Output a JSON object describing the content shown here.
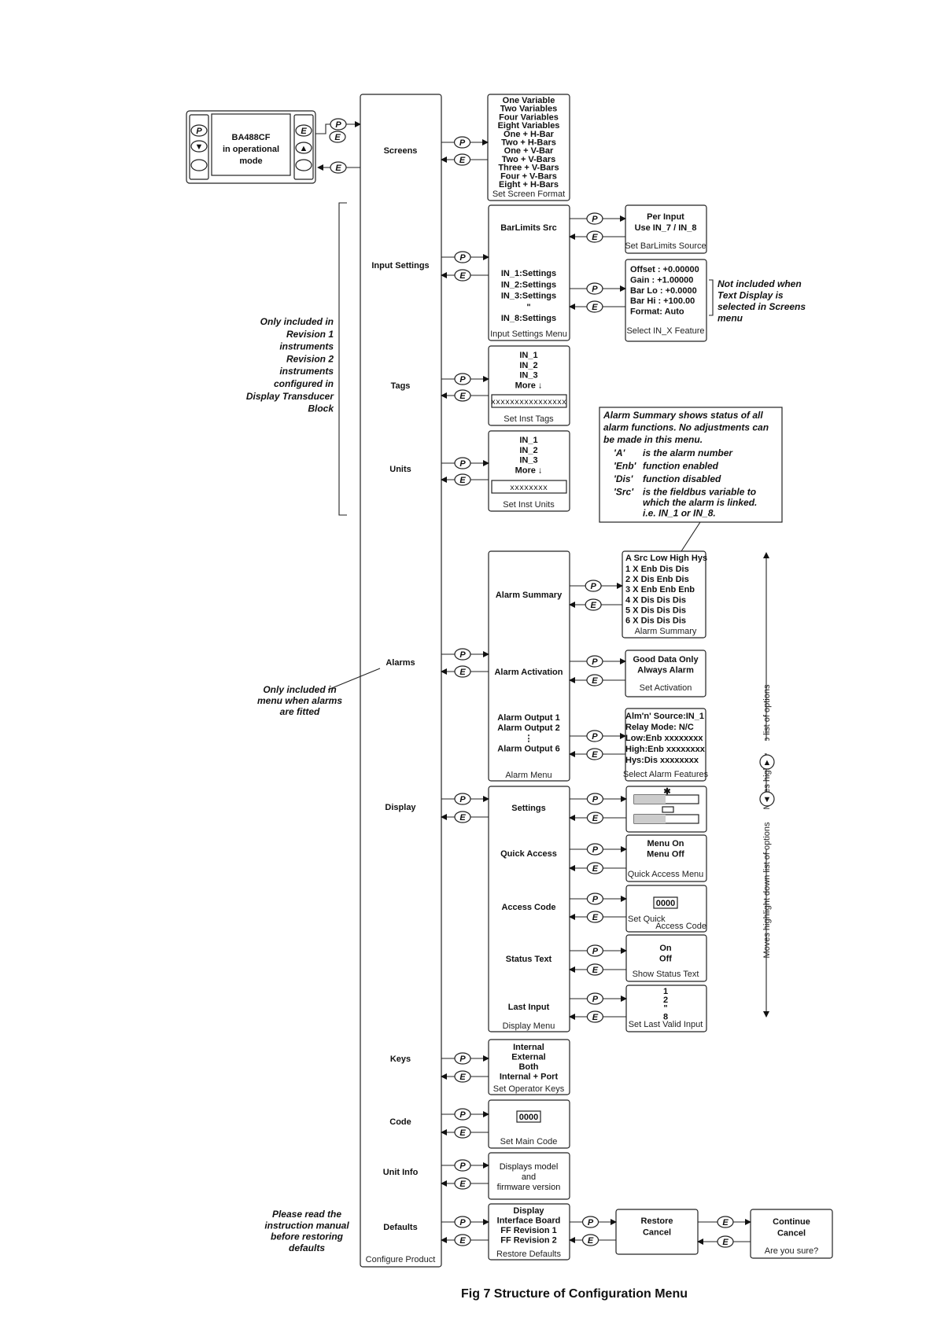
{
  "device": {
    "model": "BA488CF",
    "line2": "in operational",
    "line3": "mode",
    "p": "P",
    "e": "E"
  },
  "keys": {
    "p": "P",
    "e": "E",
    "up": "▲",
    "down": "▼"
  },
  "main_menu": {
    "caption": "Configure Product",
    "items": [
      "Screens",
      "Input Settings",
      "Tags",
      "Units",
      "Alarms",
      "Display",
      "Keys",
      "Code",
      "Unit Info",
      "Defaults"
    ]
  },
  "screens": {
    "options": [
      "One Variable",
      "Two Variables",
      "Four Variables",
      "Eight Variables",
      "One + H-Bar",
      "Two + H-Bars",
      "One + V-Bar",
      "Two + V-Bars",
      "Three + V-Bars",
      "Four + V-Bars",
      "Eight + H-Bars"
    ],
    "caption": "Set Screen Format"
  },
  "input_settings": {
    "barlimits": "BarLimits Src",
    "settings": [
      "IN_1:Settings",
      "IN_2:Settings",
      "IN_3:Settings",
      "\"",
      "IN_8:Settings"
    ],
    "caption": "Input Settings Menu",
    "barlimits_options": [
      "Per Input",
      "Use IN_7 / IN_8"
    ],
    "barlimits_caption": "Set BarLimits Source",
    "feature_options": [
      "Offset  : +0.00000",
      "Gain    : +1.00000",
      "Bar Lo : +0.0000",
      "Bar Hi  : +100.00",
      "Format: Auto"
    ],
    "feature_caption": "Select IN_X Feature",
    "note": [
      "Not included when",
      "Text Display  is",
      "selected in Screens",
      "menu"
    ]
  },
  "tags": {
    "options": [
      "IN_1",
      "IN_2",
      "IN_3",
      "More ↓"
    ],
    "field": "xxxxxxxxxxxxxxxx",
    "caption": "Set Inst Tags"
  },
  "units": {
    "options": [
      "IN_1",
      "IN_2",
      "IN_3",
      "More ↓"
    ],
    "field": "xxxxxxxx",
    "caption": "Set Inst Units"
  },
  "revision_note": [
    "Only included in",
    "Revision 1",
    "instruments",
    "Revision 2",
    "instruments",
    "configured in",
    "Display Transducer",
    "Block"
  ],
  "alarm_note": [
    "Alarm Summary shows status of all",
    "alarm functions.  No adjustments can",
    "be made in this menu."
  ],
  "alarm_key": [
    {
      "k": "'A'",
      "v": "is the alarm number"
    },
    {
      "k": "'Enb'",
      "v": "function enabled"
    },
    {
      "k": "'Dis'",
      "v": "function disabled"
    },
    {
      "k": "'Src'",
      "v": "is the fieldbus variable to"
    }
  ],
  "alarm_key_cont": [
    "which the alarm is linked.",
    "i.e. IN_1 or IN_8."
  ],
  "alarms": {
    "items": [
      "Alarm Summary",
      "Alarm Activation",
      "Alarm Output 1",
      "Alarm Output 2",
      "⋮",
      "Alarm Output 6"
    ],
    "caption": "Alarm Menu",
    "summary_header": "A  Src  Low High  Hys",
    "summary_rows": [
      "1   X   Enb  Dis  Dis",
      "2   X   Dis  Enb  Dis",
      "3   X   Enb  Enb  Enb",
      "4   X   Dis  Dis  Dis",
      "5   X   Dis  Dis  Dis",
      "6   X   Dis  Dis  Dis"
    ],
    "summary_caption": "Alarm Summary",
    "activation_options": [
      "Good Data Only",
      "Always Alarm"
    ],
    "activation_caption": "Set Activation",
    "features": [
      "Alm'n' Source:IN_1",
      "Relay Mode: N/C",
      "Low:Enb  xxxxxxxx",
      "High:Enb  xxxxxxxx",
      "Hys:Dis   xxxxxxxx"
    ],
    "features_caption": "Select Alarm Features"
  },
  "alarms_note": [
    "Only included in",
    "menu when alarms",
    "are fitted"
  ],
  "display": {
    "items": [
      "Settings",
      "Quick Access",
      "Access Code",
      "Status Text",
      "Last Input"
    ],
    "caption": "Display Menu",
    "settings_star": "✱",
    "quick_options": [
      "Menu On",
      "Menu Off"
    ],
    "quick_caption": "Quick Access Menu",
    "access_value": "0000",
    "access_caption": [
      "Set Quick",
      "Access Code"
    ],
    "status_options": [
      "On",
      "Off"
    ],
    "status_caption": "Show Status Text",
    "last_options": [
      "1",
      "2",
      "\"",
      "8"
    ],
    "last_caption": "Set Last Valid Input"
  },
  "side_up": "Moves highlight up list of options",
  "side_down": "Moves highlight down list of options",
  "keys_menu": {
    "options": [
      "Internal",
      "External",
      "Both",
      "Internal + Port"
    ],
    "caption": "Set Operator Keys"
  },
  "code": {
    "value": "0000",
    "caption": "Set Main Code"
  },
  "unit_info": {
    "lines": [
      "Displays model",
      "and",
      "firmware version"
    ]
  },
  "defaults": {
    "options": [
      "Display",
      "Interface Board",
      "FF Revision 1",
      "FF Revision 2"
    ],
    "caption": "Restore Defaults",
    "restore": [
      "Restore",
      "Cancel"
    ],
    "confirm": [
      "Continue",
      "Cancel"
    ],
    "confirm_caption": "Are you sure?",
    "note": [
      "Please read the",
      "instruction manual",
      "before restoring",
      "defaults"
    ]
  },
  "figure_caption": "Fig 7   Structure of Configuration Menu"
}
